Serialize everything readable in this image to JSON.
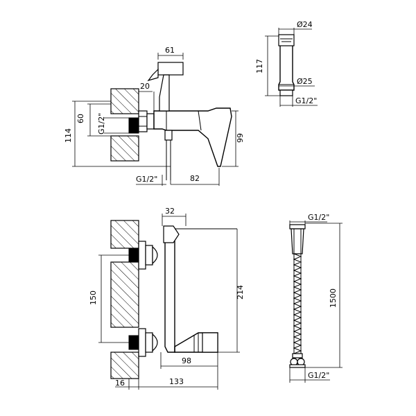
{
  "dimensions": {
    "side_view": {
      "width_61": "61",
      "offset_20": "20",
      "height_60": "60",
      "height_114": "114",
      "thread_left": "G1/2\"",
      "height_99": "99",
      "thread_bottom": "G1/2\"",
      "depth_82": "82"
    },
    "hand_shower": {
      "diameter_top": "Ø24",
      "diameter_bottom": "Ø25",
      "length_117": "117",
      "thread": "G1/2\""
    },
    "front_view": {
      "holder_32": "32",
      "spacing_150": "150",
      "height_214": "214",
      "spout_98": "98",
      "wall_16": "16",
      "total_133": "133"
    },
    "hose": {
      "thread_top": "G1/2\"",
      "length_1500": "1500",
      "thread_bottom": "G1/2\""
    }
  }
}
